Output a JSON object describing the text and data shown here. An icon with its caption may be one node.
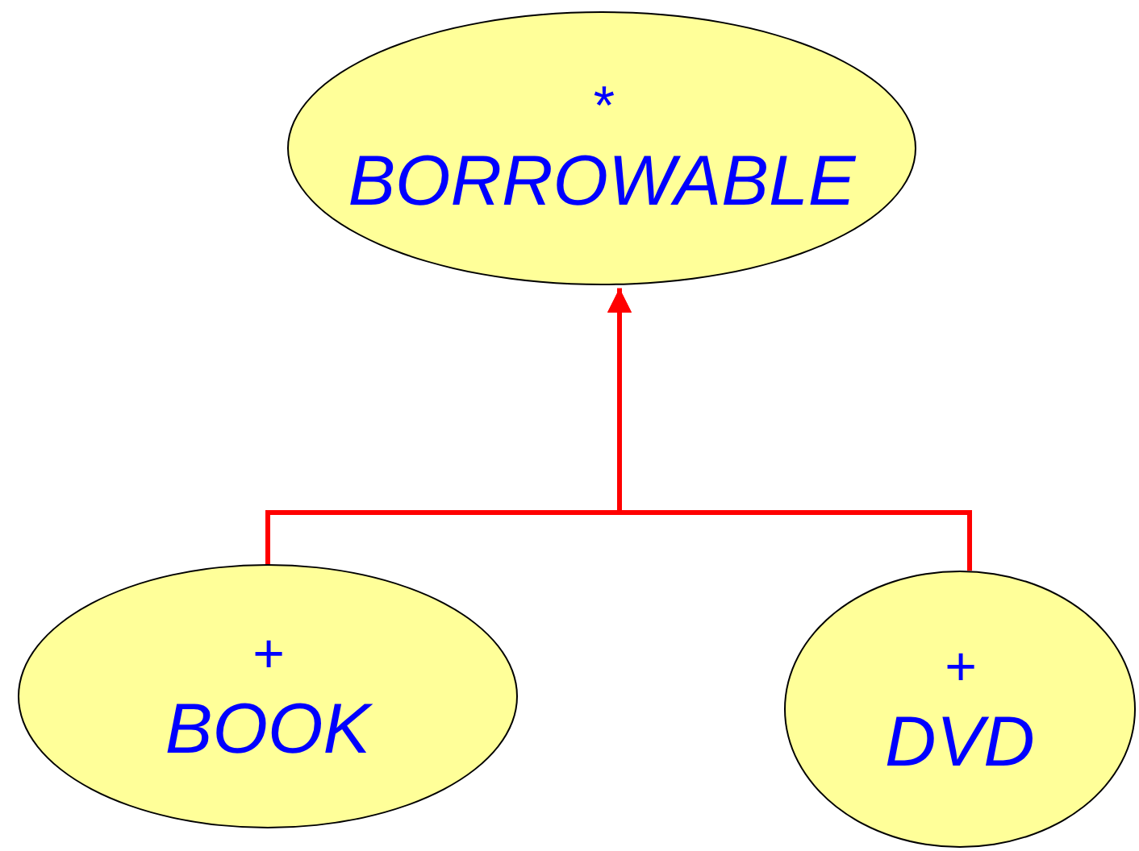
{
  "diagram": {
    "nodes": [
      {
        "text": [
          "*",
          "BORROWABLE"
        ]
      },
      {
        "text": [
          "+",
          "BOOK"
        ]
      },
      {
        "text": [
          "+",
          "DVD"
        ]
      }
    ],
    "edges": [
      {
        "from": 1,
        "to": 0,
        "arrow": "to"
      },
      {
        "from": 2,
        "to": 0,
        "arrow": "to"
      }
    ]
  }
}
